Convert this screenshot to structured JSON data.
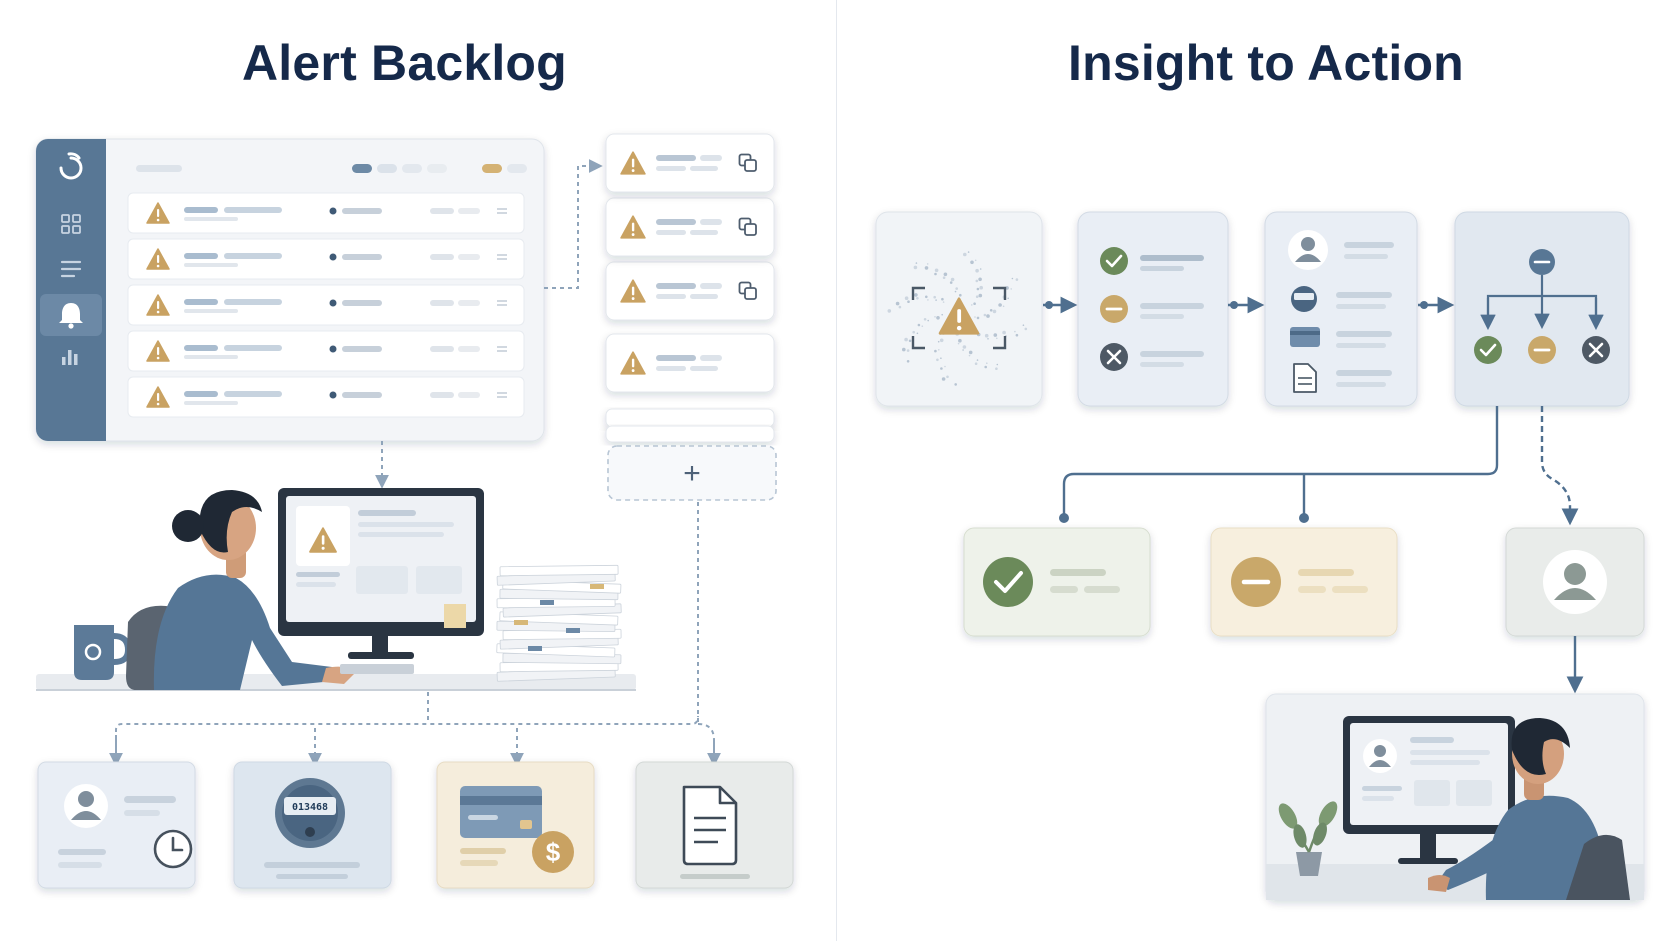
{
  "panels": {
    "left": {
      "title": "Alert Backlog"
    },
    "right": {
      "title": "Insight to Action"
    }
  },
  "dashboard": {
    "sidebar_icons": [
      "refresh-logo-icon",
      "grid-icon",
      "list-icon",
      "bell-icon",
      "bar-chart-icon"
    ],
    "active_sidebar_item": "bell-icon",
    "alert_row_count": 5
  },
  "alert_queue": {
    "stacked_cards": 4,
    "add_button_label": "+"
  },
  "source_cards": [
    {
      "icon": "user-clock-icon",
      "color": "#e9eef5"
    },
    {
      "icon": "meter-icon",
      "color": "#dde6ef",
      "reading": "013468"
    },
    {
      "icon": "credit-card-dollar-icon",
      "color": "#f5eddc"
    },
    {
      "icon": "document-icon",
      "color": "#e8ebea"
    }
  ],
  "flow_steps": [
    {
      "icon": "alert-scan-icon"
    },
    {
      "icon": "status-checklist-icon",
      "statuses": [
        "approve",
        "hold",
        "reject"
      ]
    },
    {
      "icon": "context-icons",
      "items": [
        "user",
        "meter",
        "card",
        "document"
      ]
    },
    {
      "icon": "decision-tree-icon"
    }
  ],
  "outcomes": [
    {
      "icon": "check-circle-icon",
      "color": "#6b8a5a",
      "card_bg": "#eef2ea"
    },
    {
      "icon": "minus-circle-icon",
      "color": "#c9a86a",
      "card_bg": "#f7efde"
    },
    {
      "icon": "user-avatar-icon",
      "color": "#8c9994",
      "card_bg": "#e9ecea"
    }
  ],
  "colors": {
    "navy": "#15294a",
    "sidebar": "#587795",
    "warning": "#c9a262",
    "approve": "#6b8a5a",
    "hold": "#c9a86a",
    "reject": "#4e5965",
    "connector": "#4f6f8f"
  }
}
